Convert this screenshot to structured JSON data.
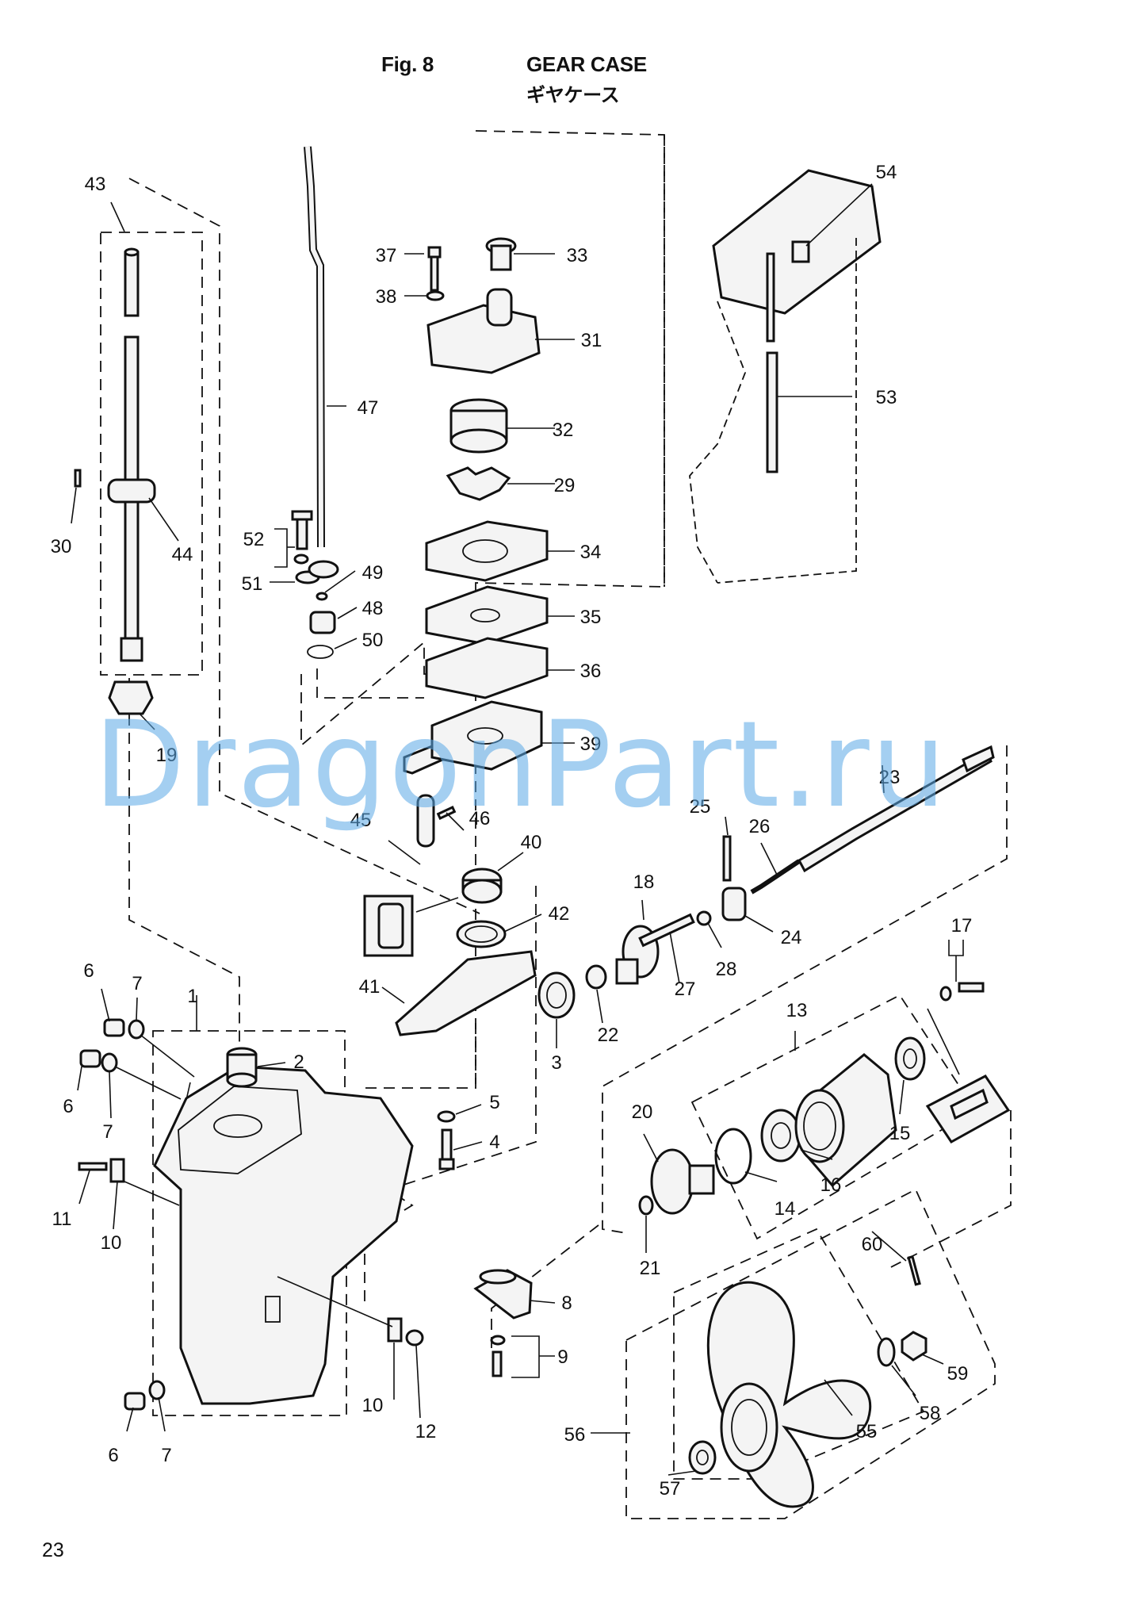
{
  "header": {
    "figure_label": "Fig. 8",
    "title": "GEAR CASE",
    "title_jp": "ギヤケース"
  },
  "watermark": "DragonPart.ru",
  "page_number": "23",
  "callouts": [
    "1",
    "2",
    "3",
    "4",
    "5",
    "6",
    "6",
    "6",
    "7",
    "7",
    "7",
    "8",
    "9",
    "10",
    "10",
    "11",
    "12",
    "13",
    "14",
    "15",
    "16",
    "17",
    "18",
    "19",
    "20",
    "21",
    "22",
    "23",
    "24",
    "25",
    "26",
    "27",
    "28",
    "29",
    "30",
    "31",
    "32",
    "33",
    "34",
    "35",
    "36",
    "37",
    "38",
    "39",
    "40",
    "41",
    "42",
    "43",
    "44",
    "45",
    "46",
    "47",
    "48",
    "49",
    "50",
    "51",
    "52",
    "53",
    "54",
    "55",
    "56",
    "57",
    "58",
    "59",
    "60"
  ]
}
